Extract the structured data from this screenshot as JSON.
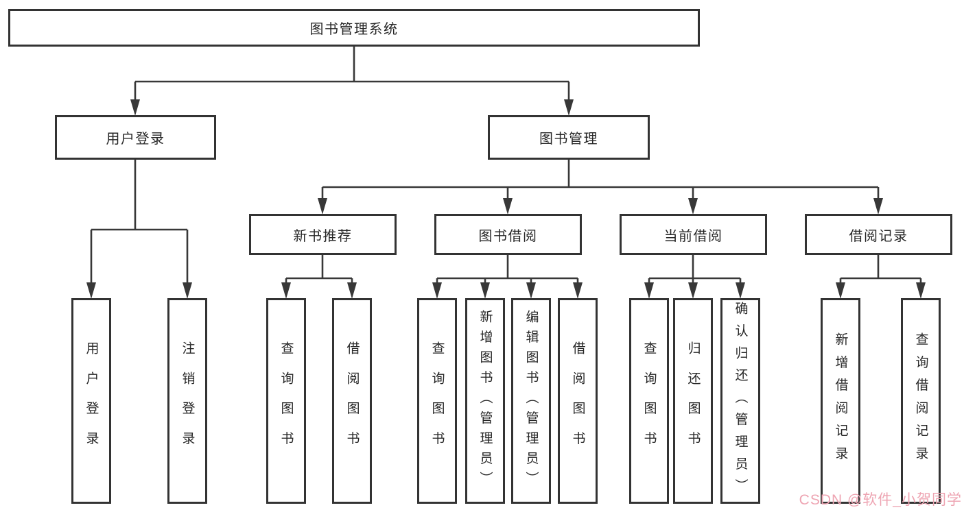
{
  "diagram": {
    "root": {
      "label": "图书管理系统"
    },
    "branches": [
      {
        "label": "用户登录",
        "children": [
          {
            "label": "用户登录"
          },
          {
            "label": "注销登录"
          }
        ]
      },
      {
        "label": "图书管理",
        "children": [
          {
            "label": "新书推荐",
            "children": [
              {
                "label": "查询图书"
              },
              {
                "label": "借阅图书"
              }
            ]
          },
          {
            "label": "图书借阅",
            "children": [
              {
                "label": "查询图书"
              },
              {
                "label": "新增图书（管理员）"
              },
              {
                "label": "编辑图书（管理员）"
              },
              {
                "label": "借阅图书"
              }
            ]
          },
          {
            "label": "当前借阅",
            "children": [
              {
                "label": "查询图书"
              },
              {
                "label": "归还图书"
              },
              {
                "label": "确认归还（管理员）"
              }
            ]
          },
          {
            "label": "借阅记录",
            "children": [
              {
                "label": "新增借阅记录"
              },
              {
                "label": "查询借阅记录"
              }
            ]
          }
        ]
      }
    ]
  },
  "watermark": {
    "text": "CSDN @软件_小贺同学",
    "color": "#eea4b2"
  },
  "colors": {
    "line": "#383838",
    "box_border": "#333333",
    "box_fill": "#ffffff",
    "text": "#262626",
    "background": "#ffffff"
  }
}
